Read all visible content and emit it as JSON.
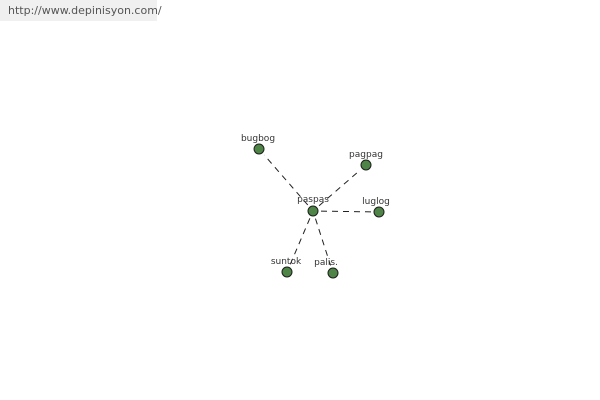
{
  "header": {
    "url": "http://www.depinisyon.com/"
  },
  "graph": {
    "center": "paspas",
    "nodes": [
      "paspas",
      "bugbog",
      "pagpag",
      "luglog",
      "suntok",
      "palis."
    ],
    "edges": [
      [
        "paspas",
        "bugbog"
      ],
      [
        "paspas",
        "pagpag"
      ],
      [
        "paspas",
        "luglog"
      ],
      [
        "paspas",
        "suntok"
      ],
      [
        "paspas",
        "palis."
      ]
    ],
    "colors": {
      "node_fill": "#4e8446",
      "node_stroke": "#1e1e1e",
      "edge": "#222222"
    }
  }
}
